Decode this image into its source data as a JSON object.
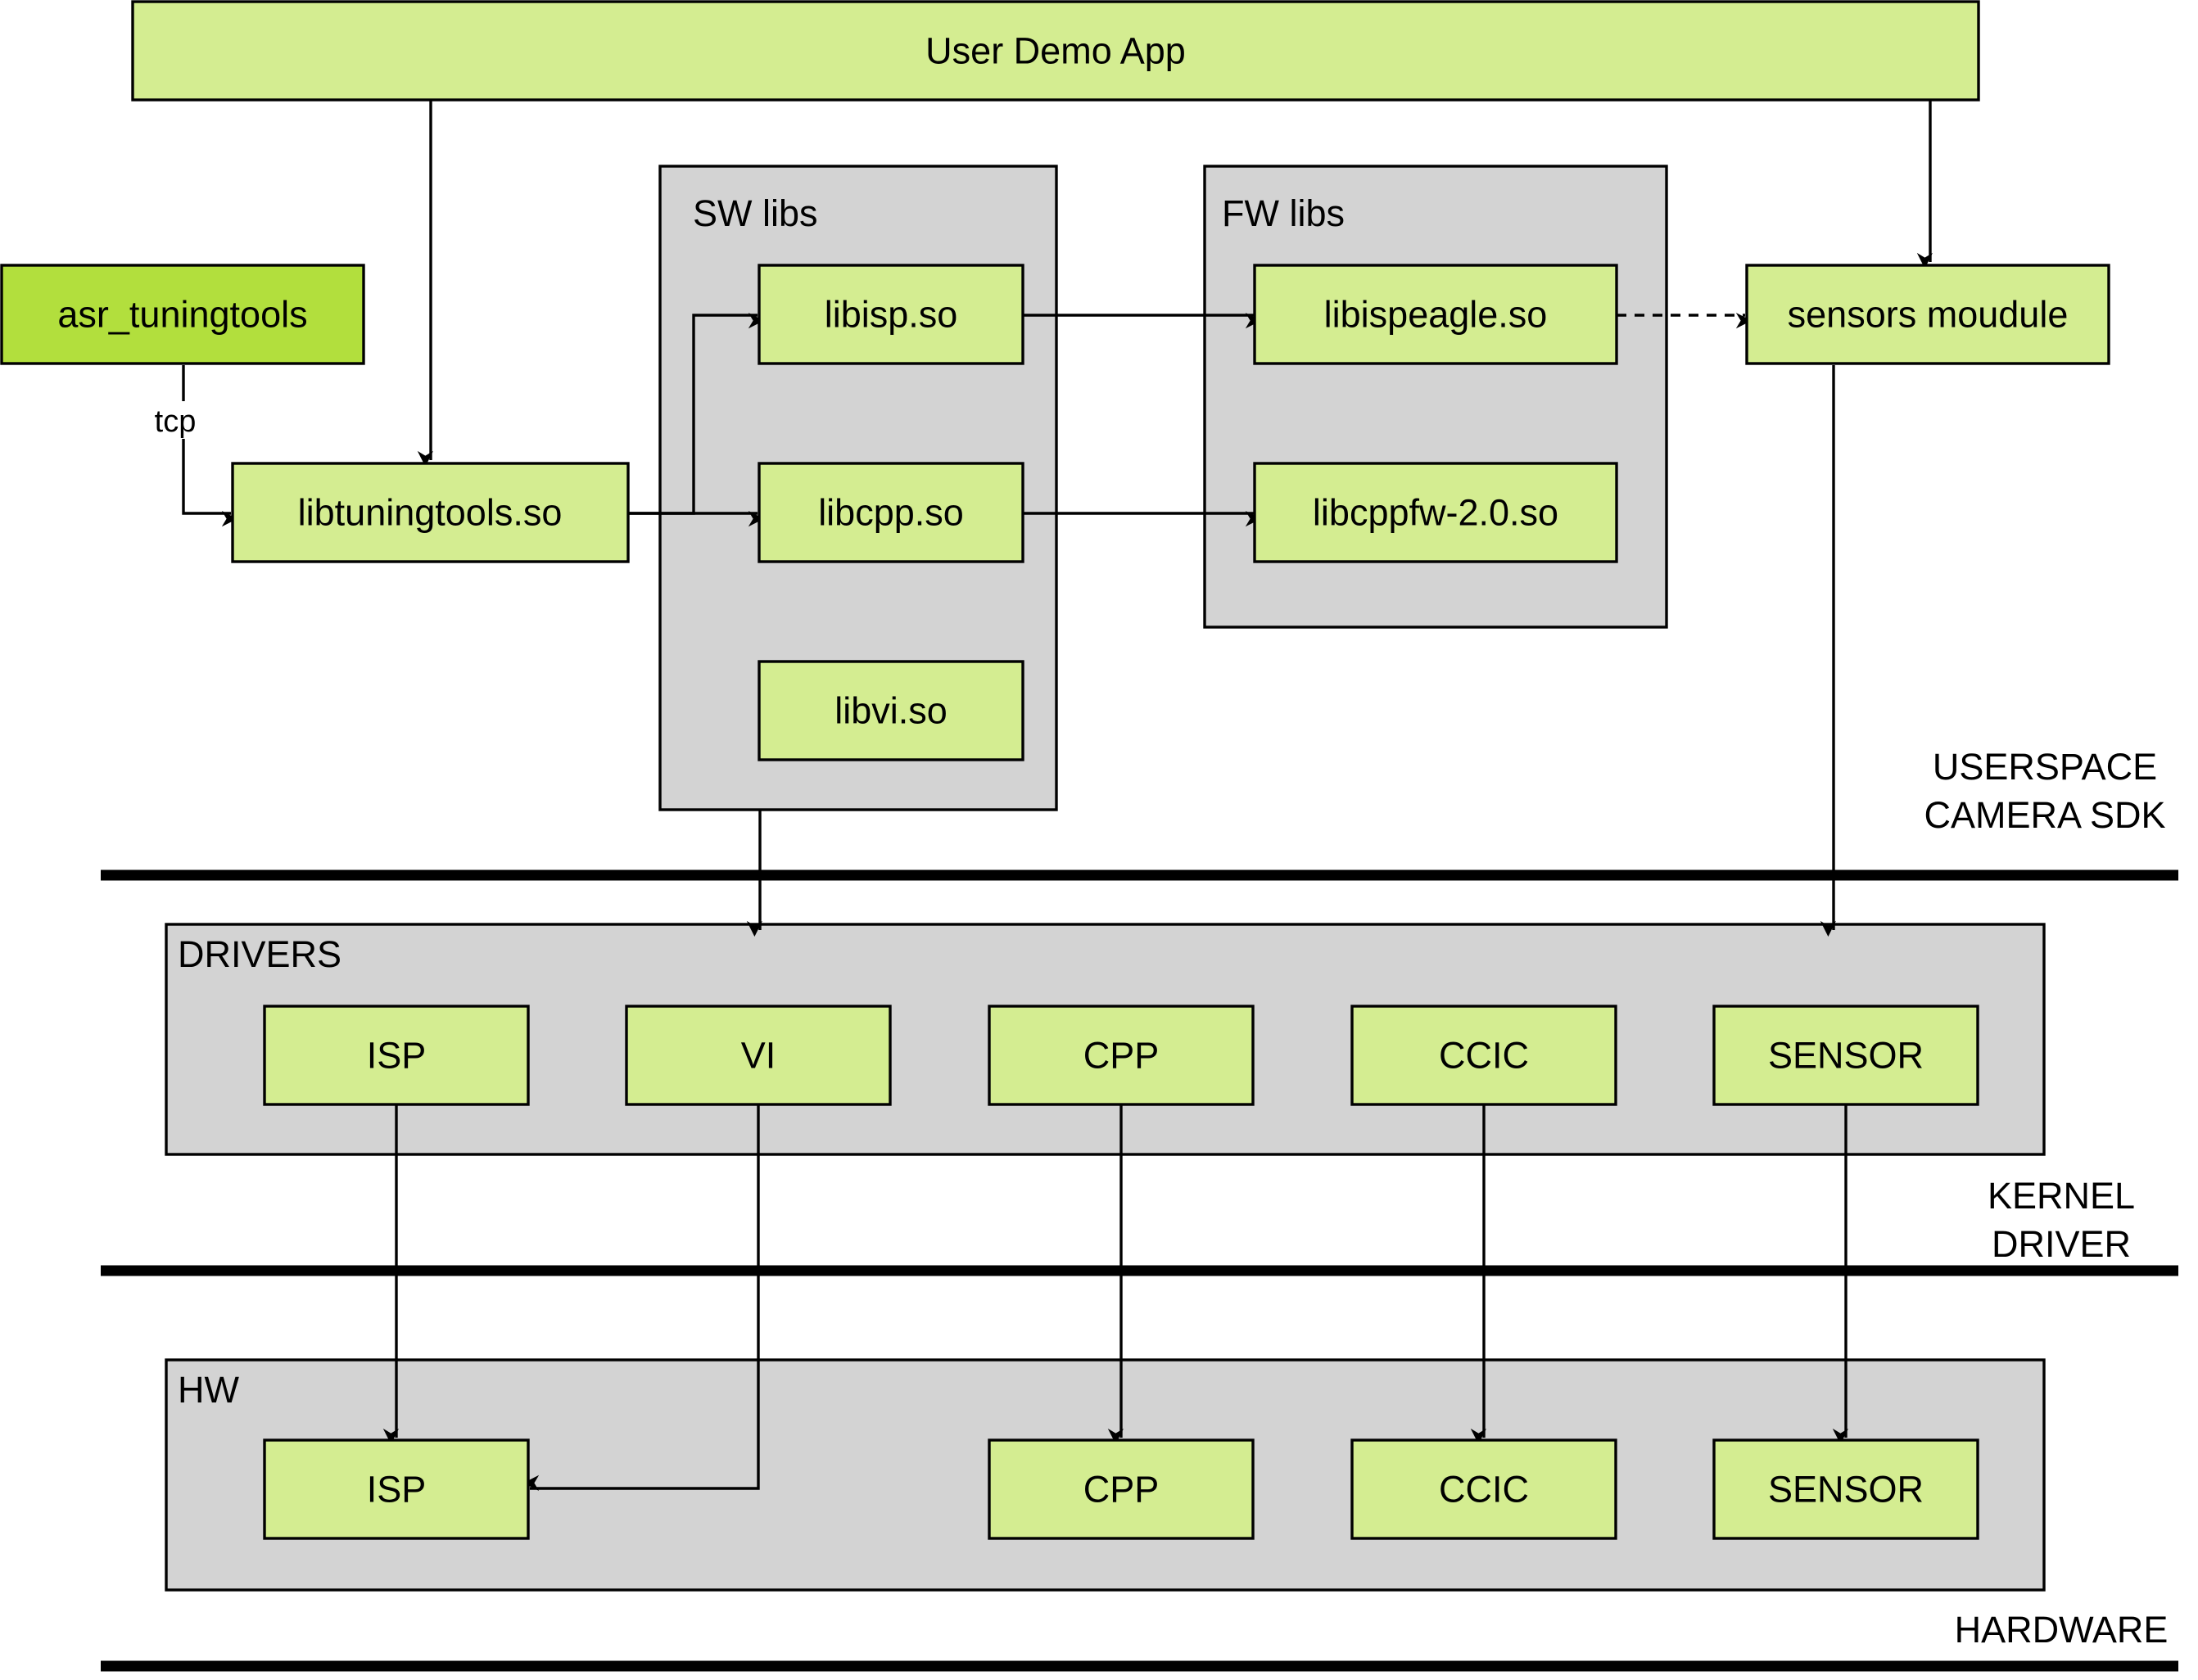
{
  "colors": {
    "box_fill": "#d4ed91",
    "box_fill_accent": "#b2df3d",
    "group_fill": "#d3d3d3",
    "line": "#000000"
  },
  "boxes": {
    "user_demo_app": "User Demo App",
    "asr_tuningtools": "asr_tuningtools",
    "libtuningtools": "libtuningtools.so",
    "libisp": "libisp.so",
    "libcpp": "libcpp.so",
    "libvi": "libvi.so",
    "libispeagle": "libispeagle.so",
    "libcppfw": "libcppfw-2.0.so",
    "sensors_module": "sensors moudule",
    "drv_isp": "ISP",
    "drv_vi": "VI",
    "drv_cpp": "CPP",
    "drv_ccic": "CCIC",
    "drv_sensor": "SENSOR",
    "hw_isp": "ISP",
    "hw_cpp": "CPP",
    "hw_ccic": "CCIC",
    "hw_sensor": "SENSOR"
  },
  "groups": {
    "sw_libs": "SW libs",
    "fw_libs": "FW libs",
    "drivers": "DRIVERS",
    "hw": "HW"
  },
  "layers": {
    "userspace_line1": "USERSPACE",
    "userspace_line2": "CAMERA SDK",
    "kernel_line1": "KERNEL",
    "kernel_line2": "DRIVER",
    "hardware": "HARDWARE"
  },
  "edge_labels": {
    "tcp": "tcp"
  }
}
